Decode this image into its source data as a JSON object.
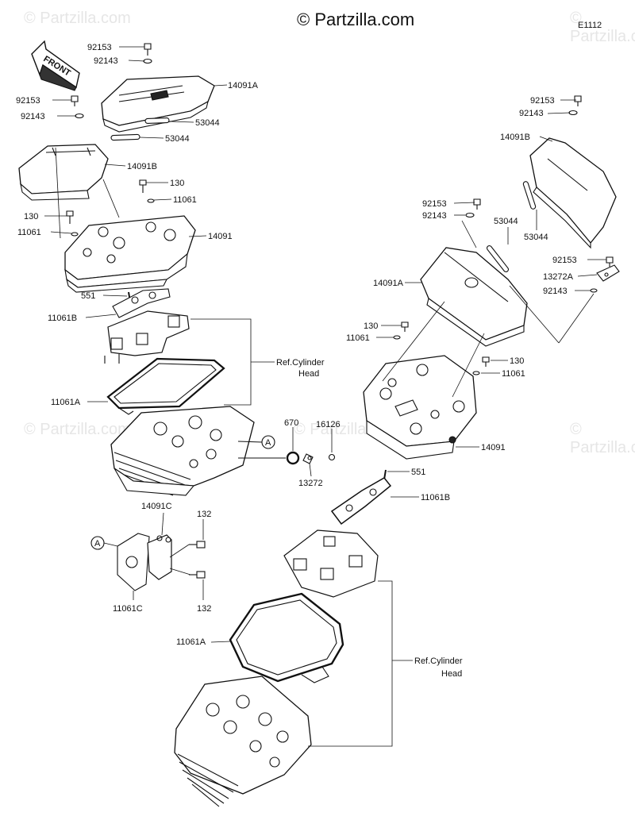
{
  "header": {
    "copyright": "© Partzilla.com",
    "diagram_code": "E1112",
    "watermark": "© Partzilla.com",
    "front_label": "FRONT"
  },
  "callouts": [
    {
      "id": "l1",
      "text": "92153"
    },
    {
      "id": "l2",
      "text": "92143"
    },
    {
      "id": "l3",
      "text": "14091A"
    },
    {
      "id": "l4",
      "text": "92153"
    },
    {
      "id": "l5",
      "text": "92143"
    },
    {
      "id": "l6",
      "text": "53044"
    },
    {
      "id": "l7",
      "text": "53044"
    },
    {
      "id": "l8",
      "text": "14091B"
    },
    {
      "id": "l9",
      "text": "130"
    },
    {
      "id": "l10",
      "text": "11061"
    },
    {
      "id": "l11",
      "text": "130"
    },
    {
      "id": "l12",
      "text": "11061"
    },
    {
      "id": "l13",
      "text": "14091"
    },
    {
      "id": "l14",
      "text": "551"
    },
    {
      "id": "l15",
      "text": "11061B"
    },
    {
      "id": "l16",
      "text": "Ref.Cylinder"
    },
    {
      "id": "l17",
      "text": "Head"
    },
    {
      "id": "l18",
      "text": "11061A"
    },
    {
      "id": "l19",
      "text": "670"
    },
    {
      "id": "l20",
      "text": "16126"
    },
    {
      "id": "l21",
      "text": "13272"
    },
    {
      "id": "l22",
      "text": "A"
    },
    {
      "id": "l23",
      "text": "14091C"
    },
    {
      "id": "l24",
      "text": "132"
    },
    {
      "id": "l25",
      "text": "A"
    },
    {
      "id": "l26",
      "text": "11061C"
    },
    {
      "id": "l27",
      "text": "132"
    },
    {
      "id": "r1",
      "text": "92153"
    },
    {
      "id": "r2",
      "text": "92143"
    },
    {
      "id": "r3",
      "text": "14091B"
    },
    {
      "id": "r4",
      "text": "92153"
    },
    {
      "id": "r5",
      "text": "92143"
    },
    {
      "id": "r6",
      "text": "53044"
    },
    {
      "id": "r7",
      "text": "53044"
    },
    {
      "id": "r8",
      "text": "92153"
    },
    {
      "id": "r9",
      "text": "13272A"
    },
    {
      "id": "r10",
      "text": "92143"
    },
    {
      "id": "r11",
      "text": "14091A"
    },
    {
      "id": "r12",
      "text": "130"
    },
    {
      "id": "r13",
      "text": "11061"
    },
    {
      "id": "r14",
      "text": "130"
    },
    {
      "id": "r15",
      "text": "11061"
    },
    {
      "id": "r16",
      "text": "14091"
    },
    {
      "id": "r17",
      "text": "551"
    },
    {
      "id": "r18",
      "text": "11061B"
    },
    {
      "id": "r19",
      "text": "11061A"
    },
    {
      "id": "r20",
      "text": "Ref.Cylinder"
    },
    {
      "id": "r21",
      "text": "Head"
    }
  ]
}
